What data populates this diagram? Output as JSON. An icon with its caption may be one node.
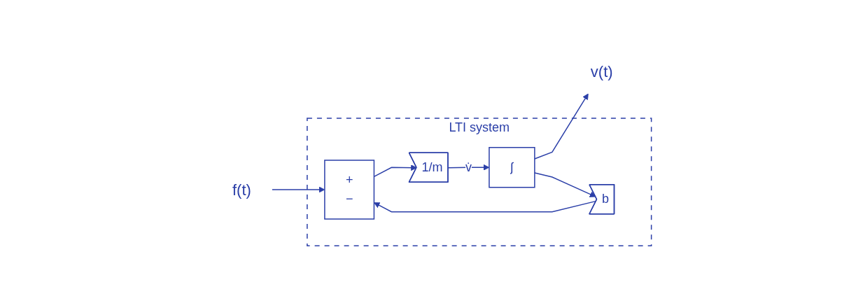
{
  "diagram": {
    "nodes": [
      {
        "text": [
          "LTI system"
        ]
      },
      {
        "text": [
          "f(t)"
        ]
      },
      {
        "text": [
          "+",
          "−"
        ],
        "in": 0
      },
      {
        "text": [
          "1/m"
        ],
        "in": 0
      },
      {
        "text": [
          "∫"
        ],
        "in": 0
      },
      {
        "text": [
          "b"
        ],
        "in": 0
      },
      {
        "text": [
          "v(t)"
        ]
      }
    ],
    "edges": [
      {
        "from": 1,
        "to": 2,
        "arrow": "to"
      },
      {
        "from": 2,
        "to": 3,
        "arrow": "to"
      },
      {
        "from": 3,
        "to": 4,
        "arrow": "to",
        "label": "v̇"
      },
      {
        "from": 4,
        "to": 6,
        "arrow": "to"
      },
      {
        "from": 4,
        "to": 5,
        "arrow": "to"
      },
      {
        "from": 5,
        "to": 2,
        "arrow": "to"
      }
    ]
  }
}
